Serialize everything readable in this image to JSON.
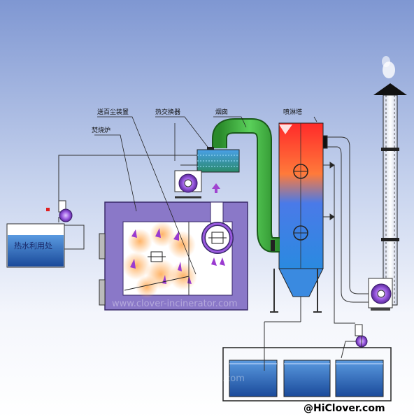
{
  "labels": {
    "dust_chamber": "送百尘装置",
    "heat_exchanger": "热交换器",
    "flue": "烟囱",
    "spray_tower": "喷淋塔",
    "incinerator": "焚烧炉",
    "hot_water_use": "热水利用处"
  },
  "watermark": "www.clover-incinerator.com",
  "watermark_short": ".com",
  "credit": "@HiClover.com",
  "colors": {
    "background_top": "#8aa2d8",
    "furnace": "#8a78c8",
    "furnace_border": "#3a2a6a",
    "flue_pipe": "#33aa33",
    "tower_top": "#ff3a2a",
    "tower_bottom": "#3a8ae0",
    "water": "#2a6ab8",
    "fan": "#8a3ad8",
    "flame": "#f4a040"
  }
}
